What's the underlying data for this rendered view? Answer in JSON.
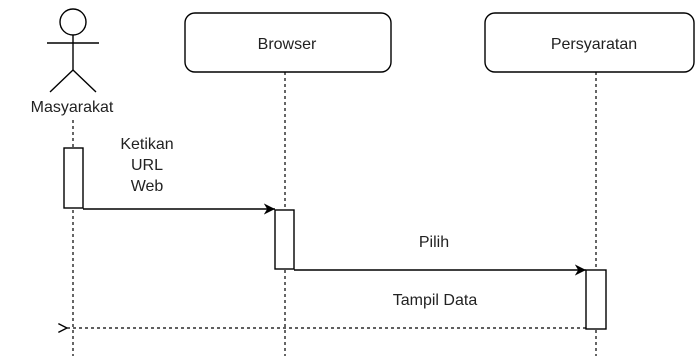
{
  "participants": {
    "actor": {
      "label": "Masyarakat",
      "icon": "stick-figure-icon"
    },
    "browser": {
      "label": "Browser"
    },
    "persyaratan": {
      "label": "Persyaratan"
    }
  },
  "messages": {
    "m1": {
      "lines": [
        "Ketikan",
        "URL",
        "Web"
      ]
    },
    "m2": {
      "label": "Pilih"
    },
    "m3": {
      "label": "Tampil Data"
    }
  }
}
